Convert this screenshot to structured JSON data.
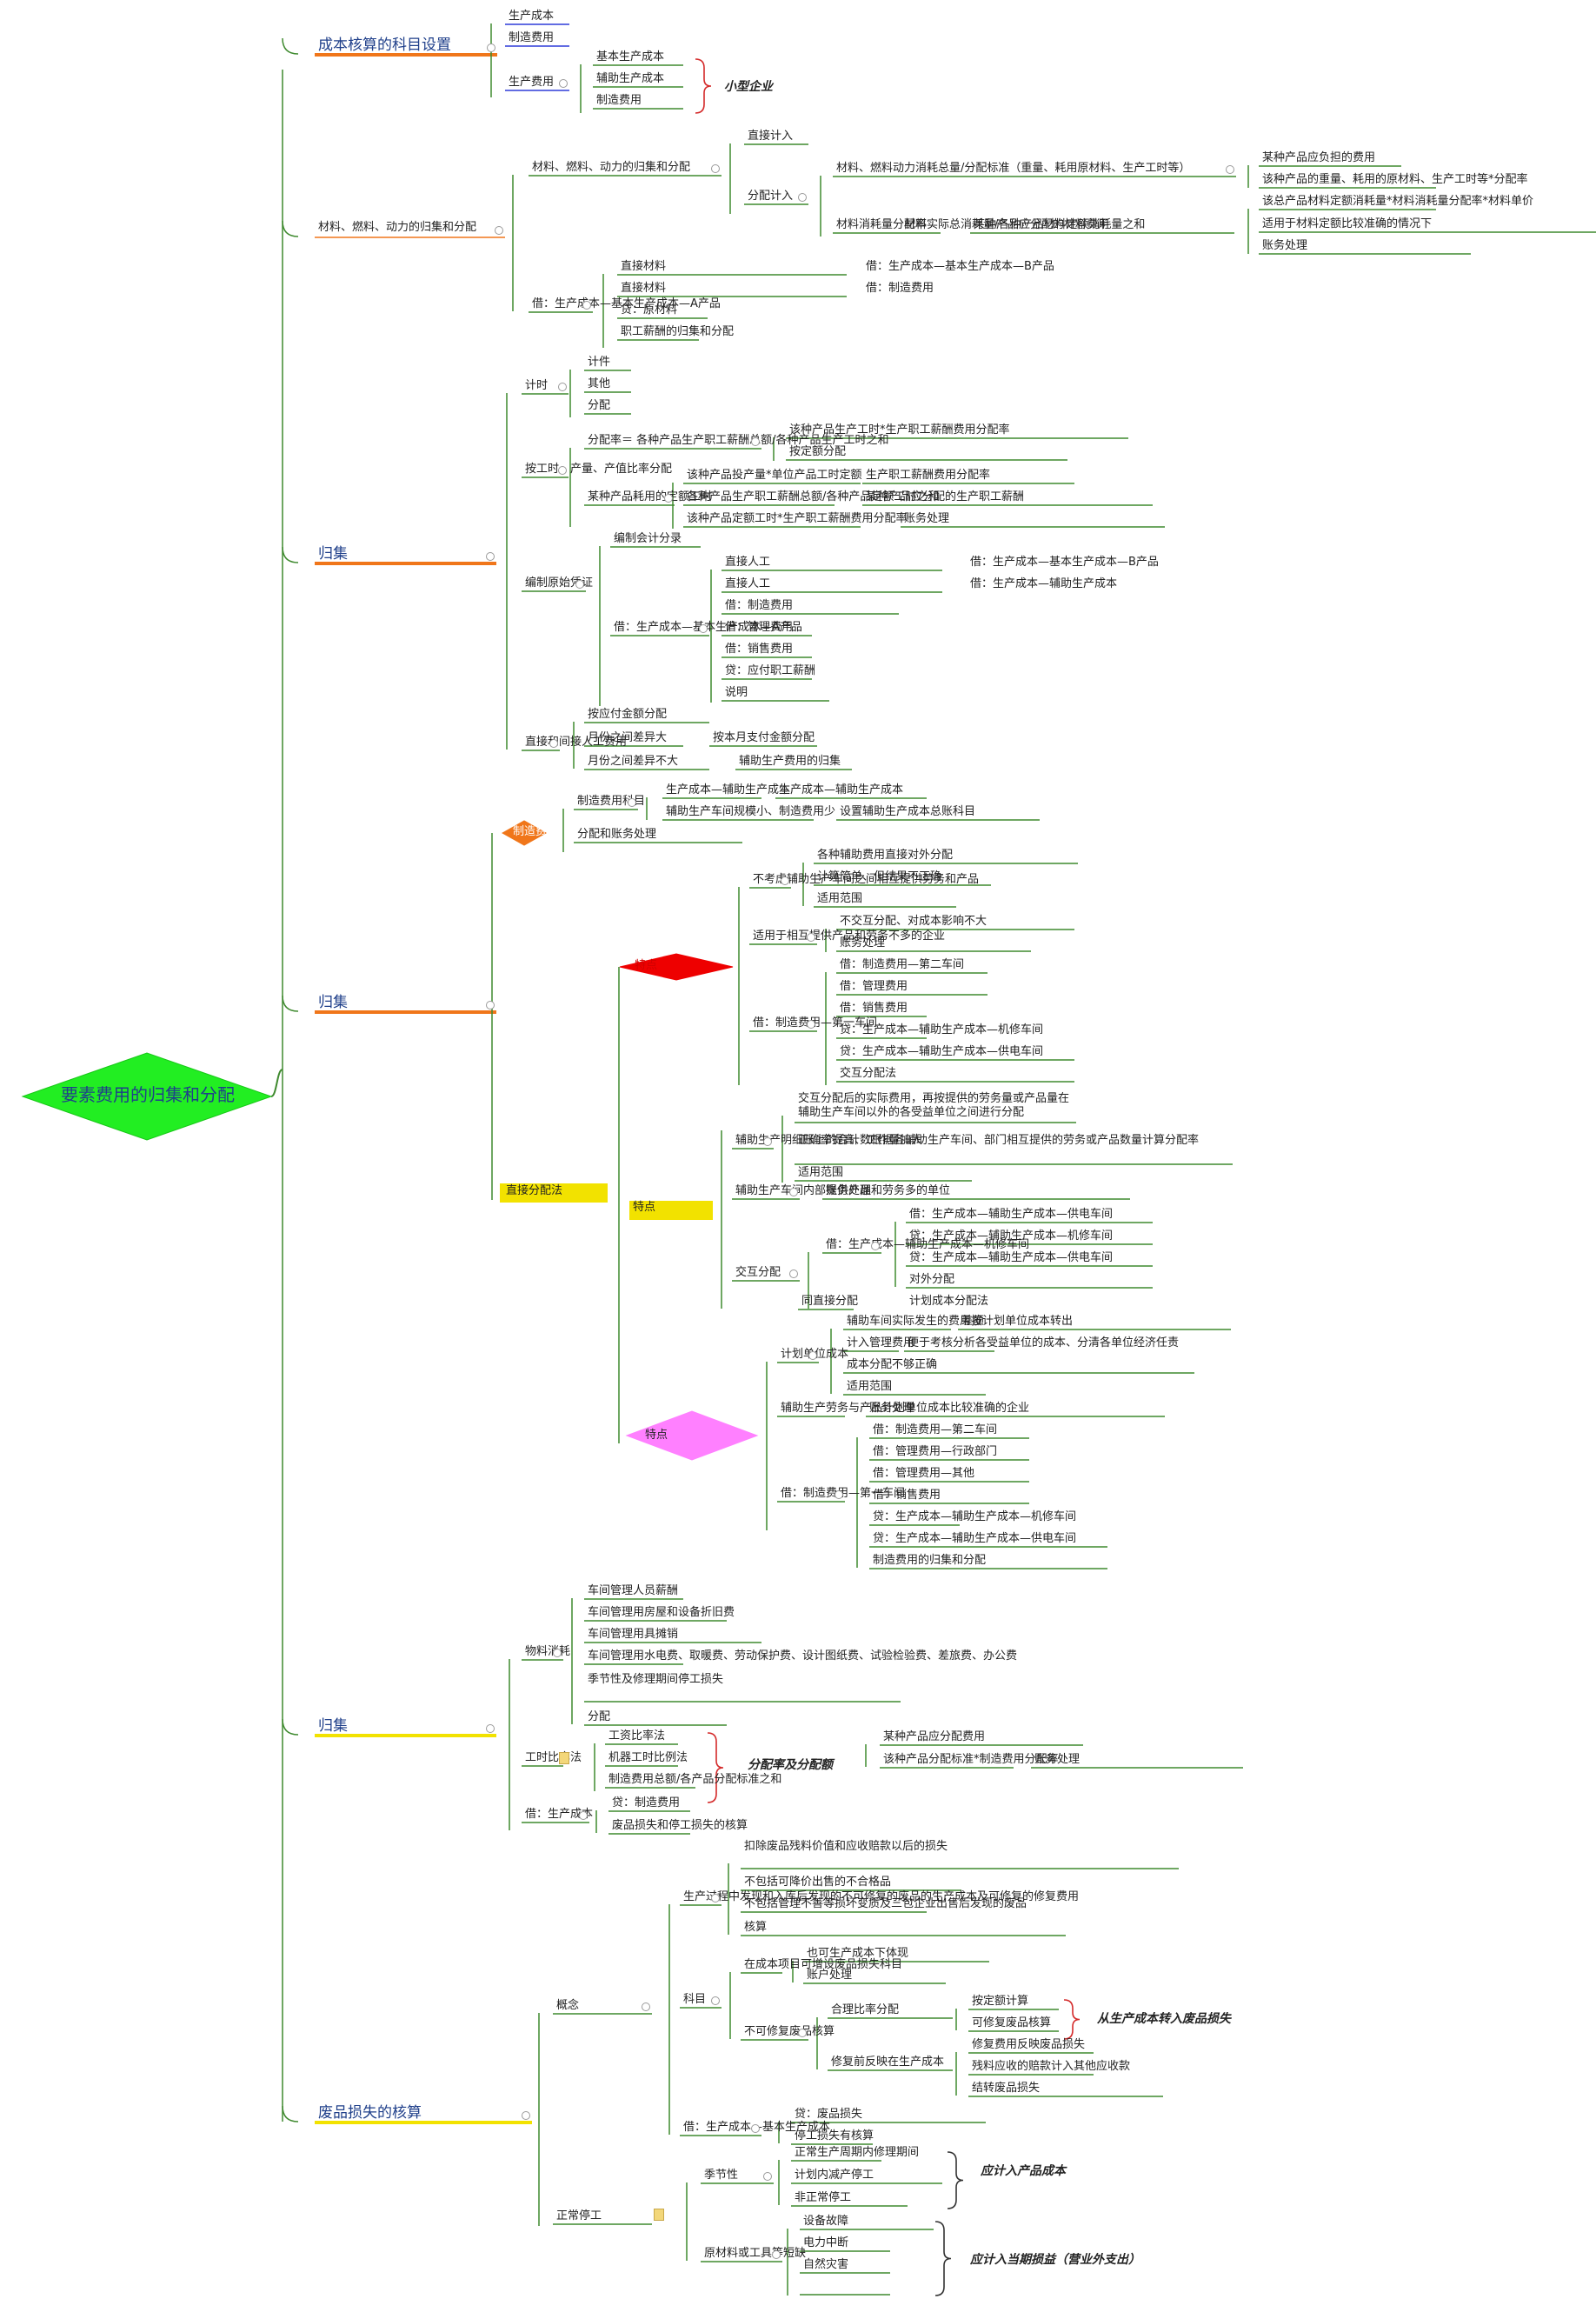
{
  "root": {
    "label": "要素费用的归集和分配",
    "color": "#22ee22"
  },
  "notes": {
    "small_enterprise": "小型企业",
    "alloc_rate": "分配率及分配额",
    "from_cost": "从生产成本转入废品损失",
    "product_cost": "应计入产品成本",
    "period_loss": "应计入当期损益（营业外支出）"
  },
  "nodes": [
    "成本核算的科目设置",
    "生产成本",
    "制造费用",
    "生产费用",
    "基本生产成本",
    "辅助生产成本",
    "制造费用",
    "材料、燃料、动力的归集和分配",
    "材料、燃料、动力的归集和分配",
    "直接计入",
    "分配计入",
    "材料、燃料动力消耗总量/分配标准（重量、耗用原材料、生产工时等）",
    "某种产品应负担的费用",
    "该种产品的重量、耗用的原材料、生产工时等*分配率",
    "材料消耗量分配率",
    "材料实际总消耗量/各种产品材料定额消耗量之和",
    "某种产品应分配的材料费用",
    "该总产品材料定额消耗量*材料消耗量分配率*材料单价",
    "适用于材料定额比较准确的情况下",
    "账务处理",
    "借：生产成本—基本生产成本—A产品",
    "直接材料",
    "借：生产成本—基本生产成本—B产品",
    "直接材料",
    "借：制造费用",
    "贷：原材料",
    "职工薪酬的归集和分配",
    "归集",
    "计时",
    "计件",
    "其他",
    "分配",
    "按工时、产量、产值比率分配",
    "分配率＝ 各种产品生产职工薪酬总额/各种产品生产工时之和",
    "该种产品生产工时*生产职工薪酬费用分配率",
    "按定额分配",
    "某种产品耗用的定额工时",
    "该种产品投产量*单位产品工时定额",
    "生产职工薪酬费用分配率",
    "各种产品生产职工薪酬总额/各种产品定额工时之和",
    "某种产品应分配的生产职工薪酬",
    "该种产品定额工时*生产职工薪酬费用分配率",
    "账务处理",
    "编制原始凭证",
    "编制会计分录",
    "借：生产成本—基本生产成本—A产品",
    "直接人工",
    "借：生产成本—基本生产成本—B产品",
    "直接人工",
    "借：生产成本—辅助生产成本",
    "借：制造费用",
    "借：管理费用",
    "借：销售费用",
    "贷：应付职工薪酬",
    "说明",
    "直接和间接人工费用",
    "按应付金额分配",
    "月份之间差异大",
    "按本月支付金额分配",
    "月份之间差异不大",
    "辅助生产费用的归集",
    "归集",
    "制造费用",
    "制造费用科目",
    "生产成本—辅助生产成本",
    "生产成本—辅助生产成本",
    "辅助生产车间规模小、制造费用少",
    "设置辅助生产成本总账科目",
    "分配和账务处理",
    "直接分配法",
    "特点",
    "不考虑辅助生产车间之间相互提供劳务和产品",
    "各种辅助费用直接对外分配",
    "计算简单、但结果不正确",
    "适用范围",
    "适用于相互提供产品和劳务不多的企业",
    "不交互分配、对成本影响不大",
    "账务处理",
    "借：制造费用—第一车间",
    "借：制造费用—第二车间",
    "借：管理费用",
    "借：销售费用",
    "贷：生产成本—辅助生产成本—机修车间",
    "贷：生产成本—辅助生产成本—供电车间",
    "交互分配法",
    "特点",
    "辅助生产明细账上的合计数根据各辅助生产车间、部门相互提供的劳务或产品数量计算分配率",
    "交互分配后的实际费用，再按提供的劳务量或产品量在辅助生产车间以外的各受益单位之间进行分配",
    "正确率提高、工作量加大",
    "适用范围",
    "辅助生产车间内部提供产品和劳务多的单位",
    "账务处理",
    "交互分配",
    "借：生产成本—辅助生产成本—机修车间",
    "借：生产成本—辅助生产成本—供电车间",
    "贷：生产成本—辅助生产成本—机修车间",
    "贷：生产成本—辅助生产成本—供电车间",
    "对外分配",
    "同直接分配",
    "计划成本分配法",
    "特点",
    "计划单位成本",
    "辅助车间实际发生的费用按计划单位成本转出",
    "差额",
    "计入管理费用",
    "便于考核分析各受益单位的成本、分清各单位经济任责",
    "成本分配不够正确",
    "适用范围",
    "辅助生产劳务与产品计划单位成本比较准确的企业",
    "账务处理",
    "借：制造费用—第一车间",
    "借：制造费用—第二车间",
    "借：管理费用—行政部门",
    "借：管理费用—其他",
    "借：销售费用",
    "贷：生产成本—辅助生产成本—机修车间",
    "贷：生产成本—辅助生产成本—供电车间",
    "制造费用的归集和分配",
    "归集",
    "物料消耗",
    "车间管理人员薪酬",
    "车间管理用房屋和设备折旧费",
    "车间管理用具摊销",
    "车间管理用水电费、取暖费、劳动保护费、设计图纸费、试验检验费、差旅费、办公费",
    "季节性及修理期间停工损失",
    "分配",
    "工时比率法",
    "工资比率法",
    "机器工时比例法",
    "制造费用总额/各产品分配标准之和",
    "某种产品应分配费用",
    "该种产品分配标准*制造费用分配率",
    "账务处理",
    "借：生产成本",
    "贷：制造费用",
    "废品损失和停工损失的核算",
    "废品损失的核算",
    "概念",
    "生产过程中发现和入库后发现的不可修复的废品的生产成本及可修复的修复费用",
    "扣除废品残料价值和应收赔款以后的损失",
    "不包括可降价出售的不合格品",
    "不包括管理不善等损坏变质及三包企业出售后发现的废品",
    "核算",
    "科目",
    "在成本项目可增设废品损失科目",
    "也可生产成本下体现",
    "账户处理",
    "不可修复废品核算",
    "合理比率分配",
    "按定额计算",
    "可修复废品核算",
    "修复前反映在生产成本",
    "修复费用反映废品损失",
    "残料应收的赔款计入其他应收款",
    "结转废品损失",
    "借：生产成本—基本生产成本",
    "贷：废品损失",
    "停工损失有核算",
    "正常停工",
    "季节性",
    "正常生产周期内修理期间",
    "计划内减产停工",
    "非正常停工",
    "原材料或工具等短缺",
    "设备故障",
    "电力中断",
    "自然灾害"
  ]
}
